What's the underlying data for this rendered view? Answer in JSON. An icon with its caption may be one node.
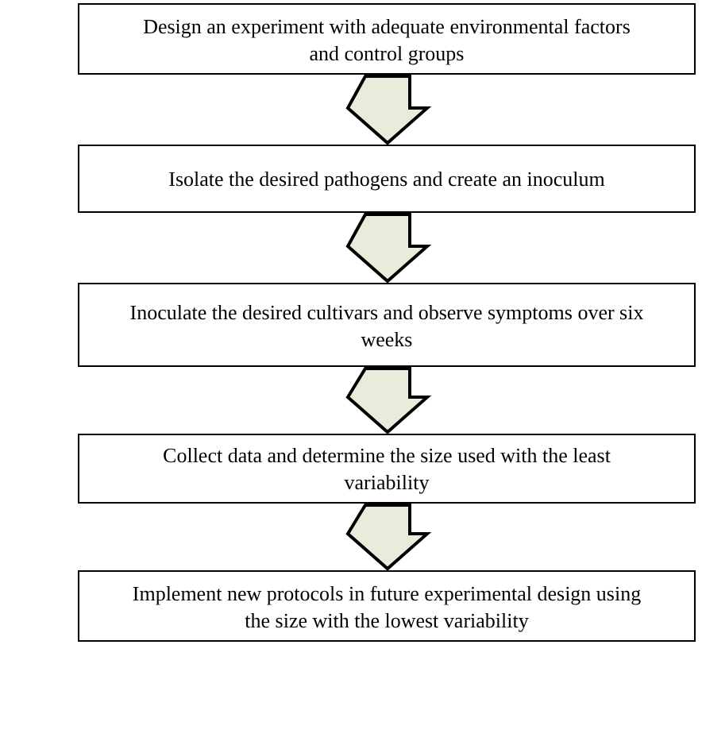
{
  "diagram": {
    "nodes": [
      {
        "text": [
          "Design an experiment with adequate environmental factors and control groups"
        ]
      },
      {
        "text": [
          "Isolate the desired pathogens and create an inoculum"
        ]
      },
      {
        "text": [
          "Inoculate the desired cultivars and observe symptoms over six weeks"
        ]
      },
      {
        "text": [
          "Collect data and determine the size used with the least variability"
        ]
      },
      {
        "text": [
          "Implement new protocols in future experimental design using the size with the lowest variability"
        ]
      }
    ],
    "edges": [
      {
        "from": 0,
        "to": 1,
        "arrow": "to"
      },
      {
        "from": 1,
        "to": 2,
        "arrow": "to"
      },
      {
        "from": 2,
        "to": 3,
        "arrow": "to"
      },
      {
        "from": 3,
        "to": 4,
        "arrow": "to"
      }
    ]
  }
}
